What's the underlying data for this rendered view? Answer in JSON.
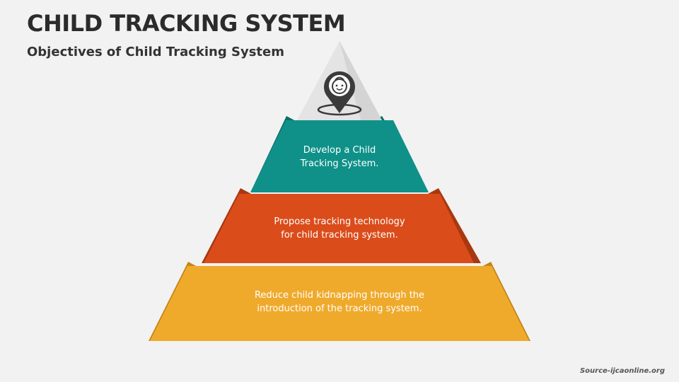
{
  "slide": {
    "title": "CHILD TRACKING SYSTEM",
    "subtitle": "Objectives of Child Tracking System",
    "source": "Source-ijcaonline.org"
  },
  "colors": {
    "background": "#f2f2f2",
    "apex": "#e4e4e4",
    "tier_1": "#0f9189",
    "tier_2": "#db4c1b",
    "tier_3": "#efaa2c",
    "icon": "#3a3a3a"
  },
  "apex": {
    "icon": "child-location-pin-icon"
  },
  "tiers": [
    {
      "line1": "Develop a Child",
      "line2": "Tracking System."
    },
    {
      "line1": "Propose tracking technology",
      "line2": "for child tracking system."
    },
    {
      "line1": "Reduce child kidnapping through the",
      "line2": "introduction of the tracking system."
    }
  ]
}
